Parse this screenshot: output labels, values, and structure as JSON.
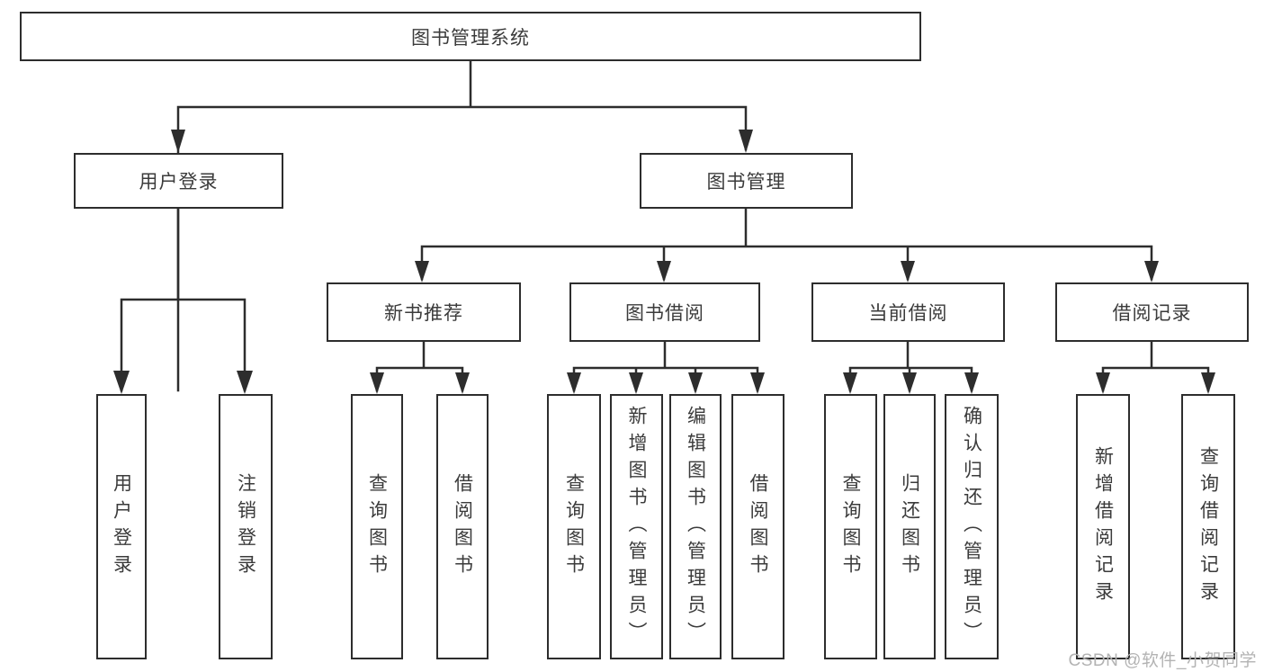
{
  "tree": {
    "label": "图书管理系统",
    "children": [
      {
        "label": "用户登录",
        "children": [
          {
            "label": "用户登录"
          },
          {
            "label": "注销登录"
          }
        ]
      },
      {
        "label": "图书管理",
        "children": [
          {
            "label": "新书推荐",
            "children": [
              {
                "label": "查询图书"
              },
              {
                "label": "借阅图书"
              }
            ]
          },
          {
            "label": "图书借阅",
            "children": [
              {
                "label": "查询图书"
              },
              {
                "label": "新增图书（管理员）"
              },
              {
                "label": "编辑图书（管理员）"
              },
              {
                "label": "借阅图书"
              }
            ]
          },
          {
            "label": "当前借阅",
            "children": [
              {
                "label": "查询图书"
              },
              {
                "label": "归还图书"
              },
              {
                "label": "确认归还（管理员）"
              }
            ]
          },
          {
            "label": "借阅记录",
            "children": [
              {
                "label": "新增借阅记录"
              },
              {
                "label": "查询借阅记录"
              }
            ]
          }
        ]
      }
    ]
  },
  "watermark": {
    "text": "CSDN @软件_小贺同学"
  },
  "colors": {
    "line": "#2d2d2d",
    "text": "#3b3b3b",
    "background": "#ffffff",
    "watermark": "#b3b3b3"
  }
}
